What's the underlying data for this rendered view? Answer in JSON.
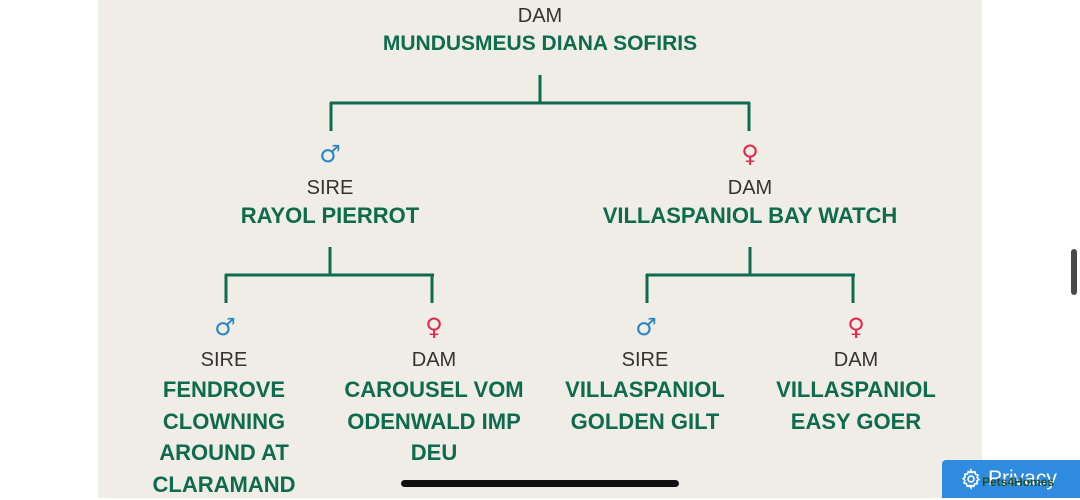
{
  "pedigree": {
    "root": {
      "role": "DAM",
      "name": "MUNDUSMEUS DIANA SOFIRIS"
    },
    "sire": {
      "symbol": "♂",
      "role": "SIRE",
      "name": "RAYOL PIERROT"
    },
    "dam": {
      "symbol": "♀",
      "role": "DAM",
      "name": "VILLASPANIOL BAY WATCH"
    },
    "sire_sire": {
      "symbol": "♂",
      "role": "SIRE",
      "lines": [
        "FENDROVE",
        "CLOWNING",
        "AROUND AT",
        "CLARAMAND"
      ]
    },
    "sire_dam": {
      "symbol": "♀",
      "role": "DAM",
      "lines": [
        "CAROUSEL VOM",
        "ODENWALD IMP",
        "DEU"
      ]
    },
    "dam_sire": {
      "symbol": "♂",
      "role": "SIRE",
      "lines": [
        "VILLASPANIOL",
        "GOLDEN GILT"
      ]
    },
    "dam_dam": {
      "symbol": "♀",
      "role": "DAM",
      "lines": [
        "VILLASPANIOL",
        "EASY GOER"
      ]
    }
  },
  "privacy_button": {
    "label": "Privacy",
    "icon": "gear-icon"
  },
  "watermark": "Pets4Homes",
  "colors": {
    "accent": "#0e6b4e",
    "male": "#2b86c6",
    "female": "#e0294f",
    "privacy": "#2f8be0"
  }
}
